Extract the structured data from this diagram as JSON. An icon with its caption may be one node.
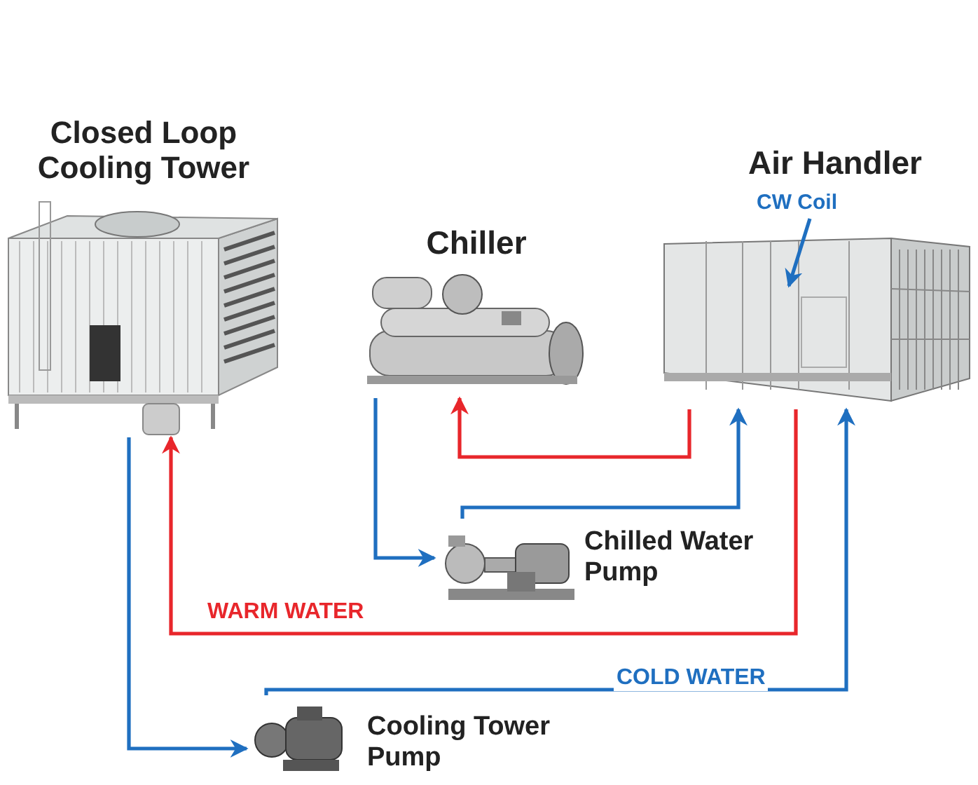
{
  "diagram": {
    "nodes": [
      {
        "text": [
          "Closed Loop Cooling Tower"
        ]
      },
      {
        "text": [
          "Chiller"
        ]
      },
      {
        "text": [
          "Air Handler"
        ]
      },
      {
        "text": [
          "CW Coil"
        ]
      },
      {
        "text": [
          "Chilled Water Pump"
        ]
      },
      {
        "text": [
          "Cooling Tower Pump"
        ]
      }
    ],
    "edges": [
      {
        "from": 2,
        "to": 1,
        "arrow": "to",
        "color": "#e8262b"
      },
      {
        "from": 1,
        "to": 4,
        "arrow": "to"
      },
      {
        "from": 4,
        "to": 2,
        "arrow": "to"
      },
      {
        "from": 2,
        "to": 0,
        "arrow": "to",
        "label": "WARM WATER",
        "color": "#e8262b"
      },
      {
        "from": 0,
        "to": 5,
        "arrow": "to"
      },
      {
        "from": 5,
        "to": 2,
        "arrow": "to",
        "label": "COLD WATER"
      },
      {
        "from": 3,
        "to": 2,
        "arrow": "to"
      }
    ]
  }
}
